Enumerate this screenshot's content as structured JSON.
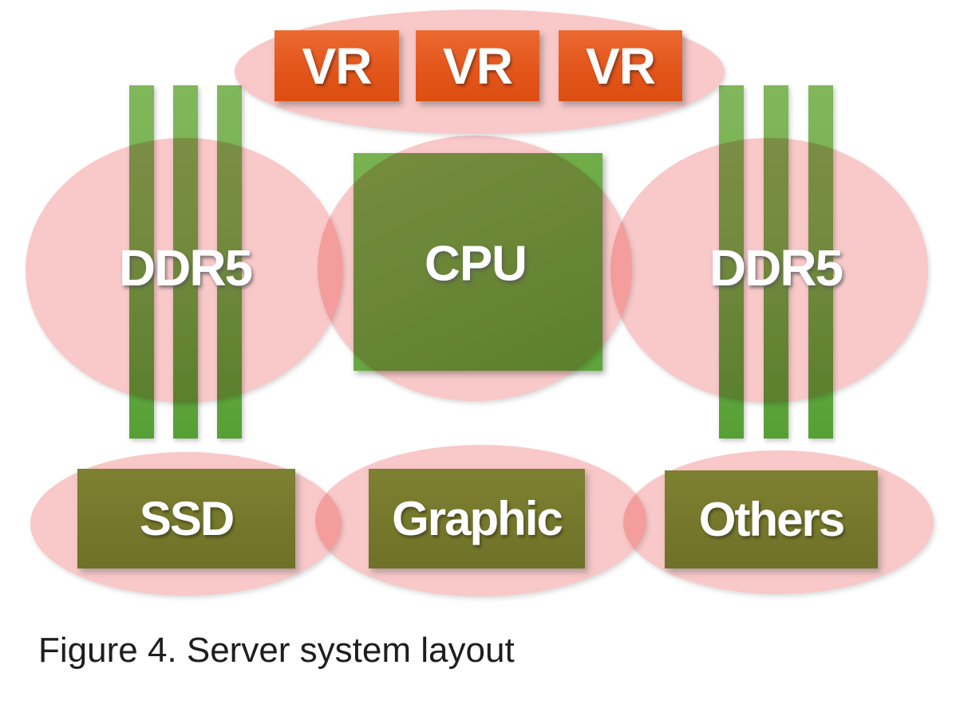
{
  "figure": {
    "caption": "Figure 4. Server system layout"
  },
  "diagram": {
    "vr_modules": [
      {
        "label": "VR"
      },
      {
        "label": "VR"
      },
      {
        "label": "VR"
      }
    ],
    "cpu": {
      "label": "CPU"
    },
    "memory_left": {
      "label": "DDR5",
      "dimm_count": 3
    },
    "memory_right": {
      "label": "DDR5",
      "dimm_count": 3
    },
    "storage": {
      "label": "SSD"
    },
    "graphics": {
      "label": "Graphic"
    },
    "others": {
      "label": "Others"
    },
    "colors": {
      "domain_pink": "#F9C8C8",
      "domain_pink_overlap": "#F49C9C",
      "dimm_green": "#6FAE47",
      "chip_olive": "#7A7B2D",
      "vr_orange": "#E5581F",
      "label_white": "#FFFFFF",
      "caption_black": "#1E1E1E"
    }
  }
}
